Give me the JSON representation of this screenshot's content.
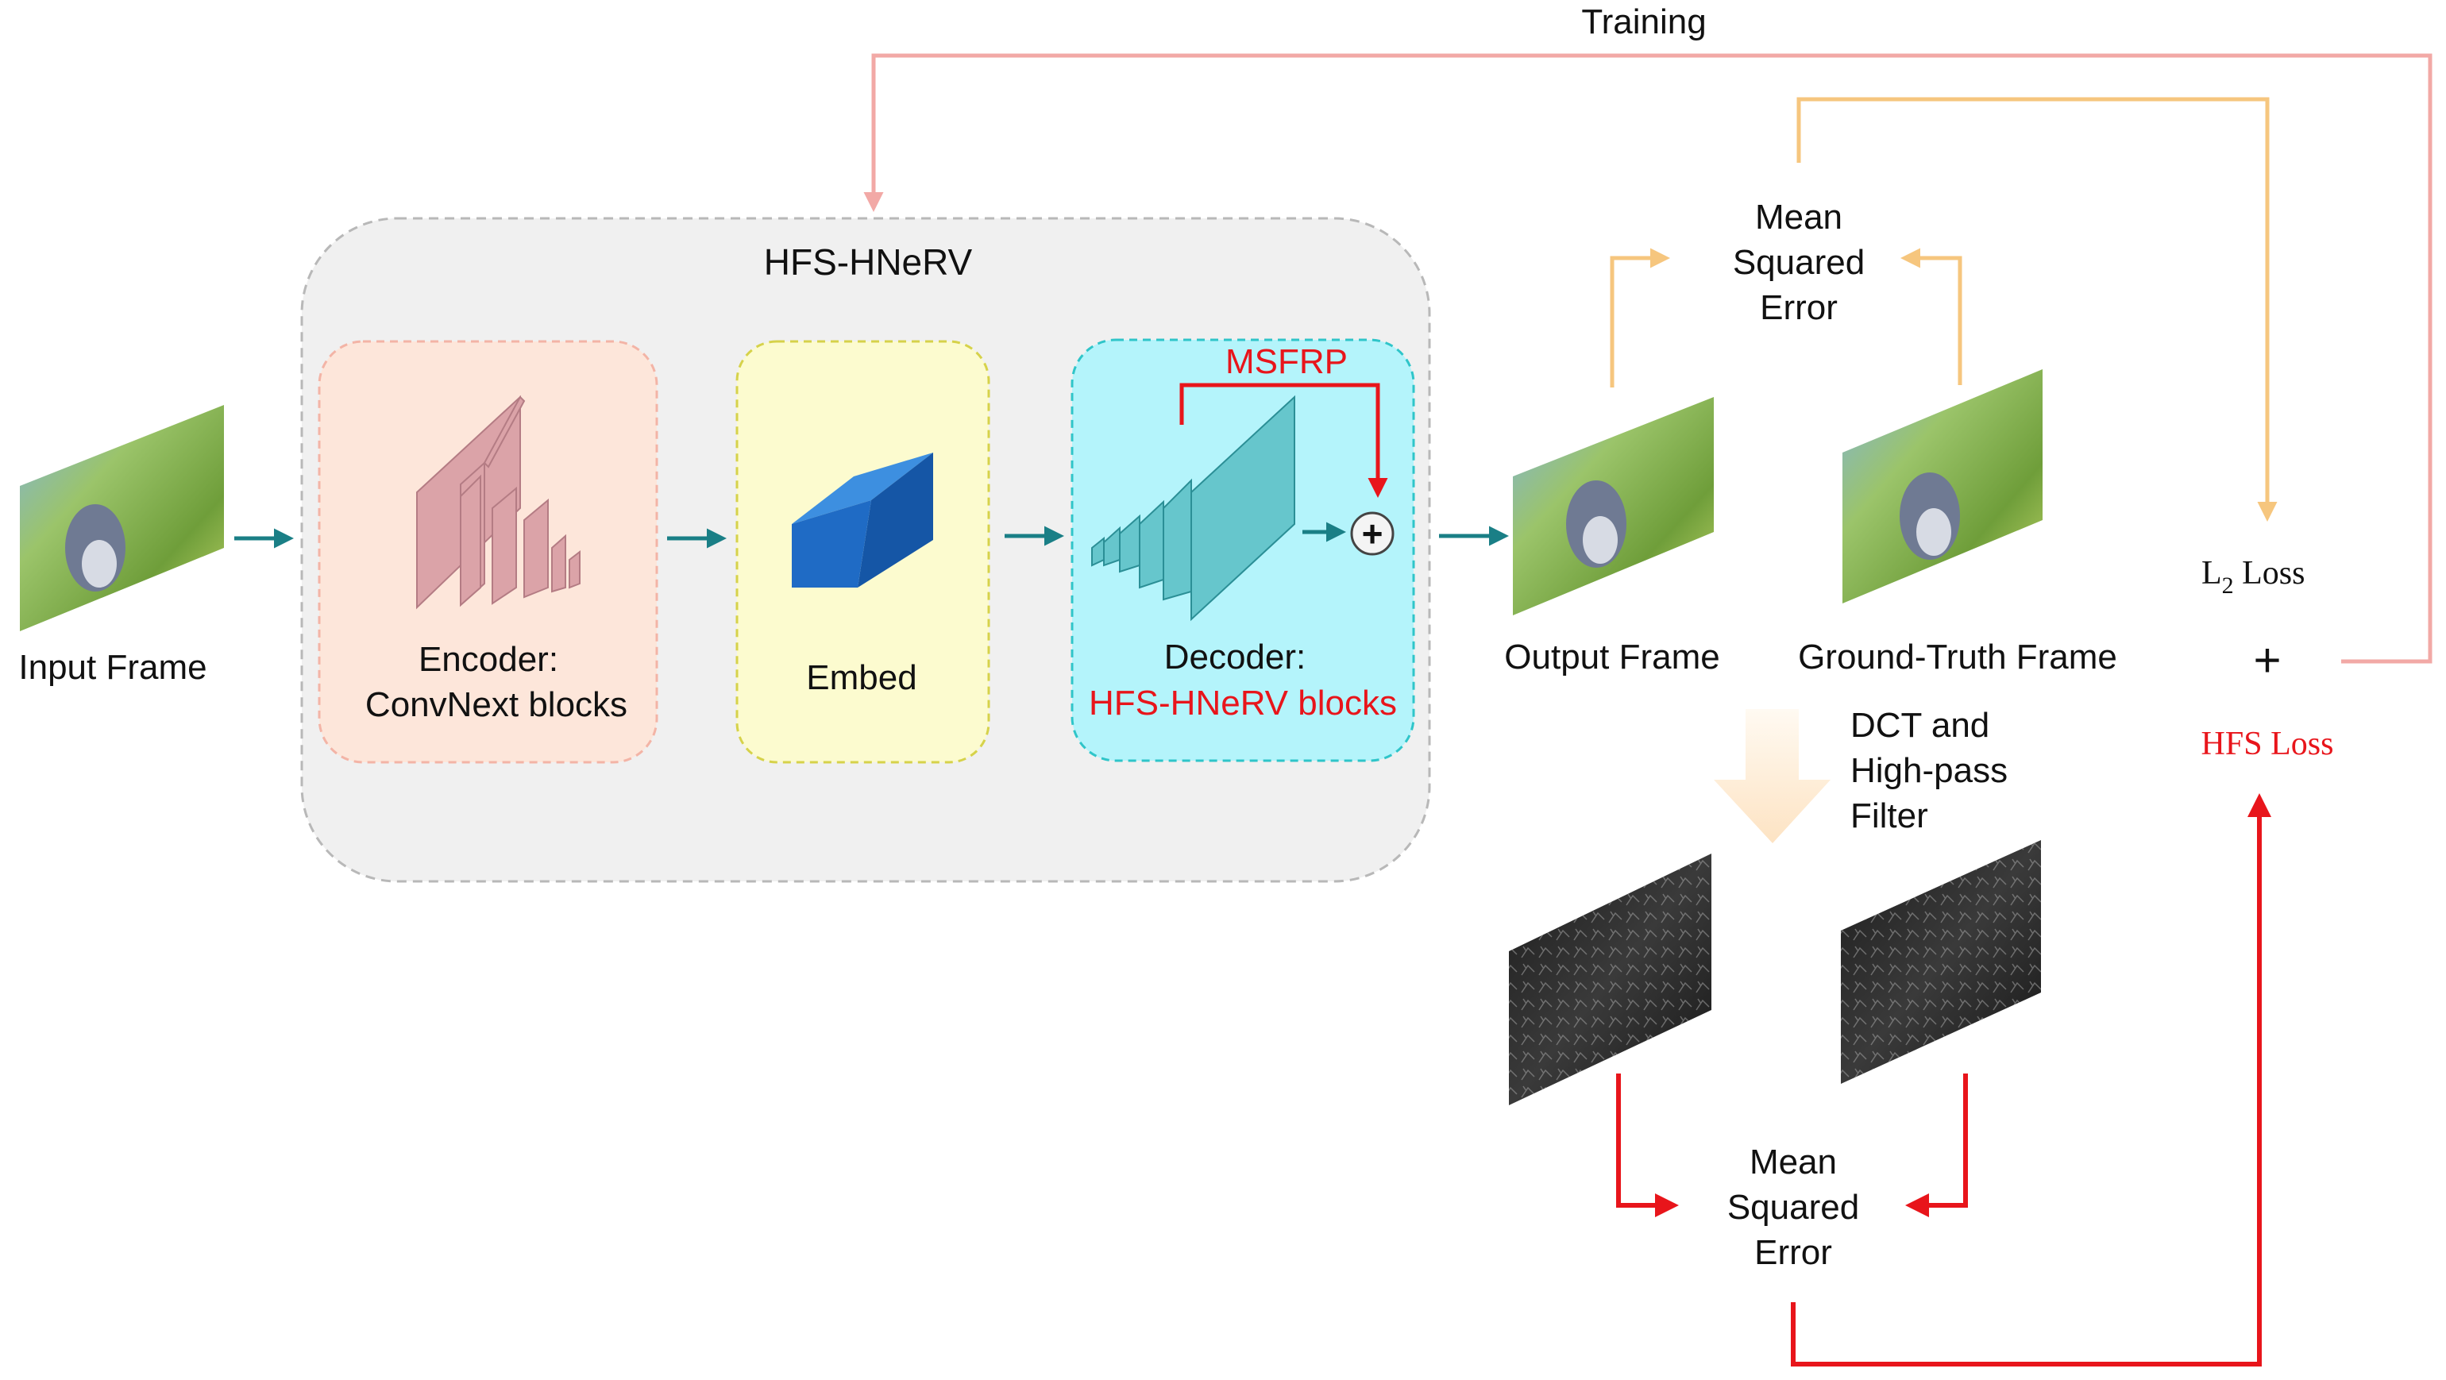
{
  "diagram": {
    "training_label": "Training",
    "model_title": "HFS-HNeRV",
    "input_frame_label": "Input Frame",
    "encoder": {
      "line1": "Encoder:",
      "line2": "ConvNext blocks"
    },
    "embed_label": "Embed",
    "decoder": {
      "line1": "Decoder:",
      "line2": "HFS-HNeRV blocks",
      "msfrp_label": "MSFRP"
    },
    "plus_symbol": "+",
    "output_frame_label": "Output Frame",
    "ground_truth_label": "Ground-Truth Frame",
    "mse_top": {
      "line1": "Mean",
      "line2": "Squared",
      "line3": "Error"
    },
    "mse_bottom": {
      "line1": "Mean",
      "line2": "Squared",
      "line3": "Error"
    },
    "l2_loss": {
      "main": "L",
      "sub": "2",
      "suffix": " Loss"
    },
    "sum_symbol": "+",
    "hfs_loss_label": "HFS Loss",
    "dct_filter": {
      "line1": "DCT and",
      "line2": "High-pass",
      "line3": "Filter"
    },
    "colors": {
      "teal_arrow": "#1a7f86",
      "training_pink": "#f2a9a6",
      "orange_arrow": "#f6c67e",
      "red": "#e8151b",
      "encoder_bg": "#fde6da",
      "embed_bg": "#fcfbcf",
      "decoder_bg": "#b4f4fb",
      "hfs_box_bg": "#f0f0f0"
    }
  }
}
